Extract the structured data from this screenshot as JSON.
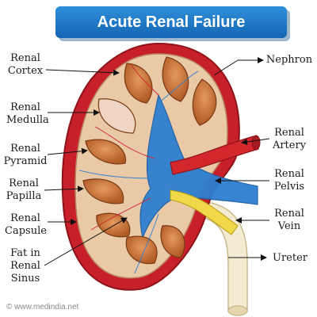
{
  "title": "Acute Renal Failure",
  "labels": {
    "renal_cortex": "Renal\nCortex",
    "renal_medulla": "Renal\nMedulla",
    "renal_pyramid": "Renal\nPyramid",
    "renal_papilla": "Renal\nPapilla",
    "renal_capsule": "Renal\nCapsule",
    "fat_in_renal_sinus": "Fat in\nRenal\nSinus",
    "nephron": "Nephron",
    "renal_artery": "Renal\nArtery",
    "renal_pelvis": "Renal\nPelvis",
    "renal_vein": "Renal\nVein",
    "ureter": "Ureter"
  },
  "watermark": "© www.medindia.net",
  "colors": {
    "banner": "#1e78c8",
    "capsule": "#c8202a",
    "cortex": "#e9c9a6",
    "pyramid": "#c9733d",
    "vessel_blue": "#2d7fd0",
    "artery_red": "#d3262d",
    "ureter": "#f4ecd2"
  }
}
